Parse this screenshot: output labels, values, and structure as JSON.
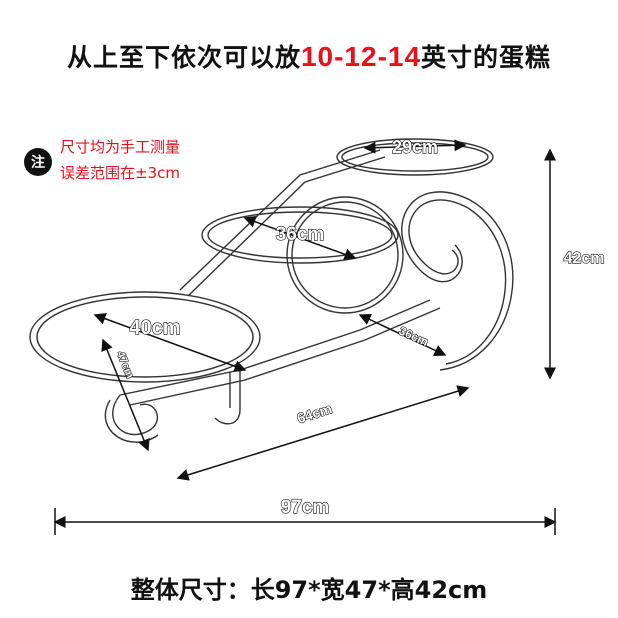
{
  "title": {
    "prefix": "从上至下依次可以放",
    "highlight": "10-12-14",
    "suffix": "英寸的蛋糕"
  },
  "note": {
    "badge": "注",
    "line1": "尺寸均为手工测量",
    "line2": "误差范围在±3cm"
  },
  "dimensions": {
    "top_tier": "29cm",
    "middle_tier": "36cm",
    "bottom_tier": "40cm",
    "height": "42cm",
    "wheel": "36cm",
    "depth": "47cm",
    "diagonal": "64cm",
    "width": "97cm"
  },
  "footer": "整体尺寸：长97*宽47*高42cm"
}
